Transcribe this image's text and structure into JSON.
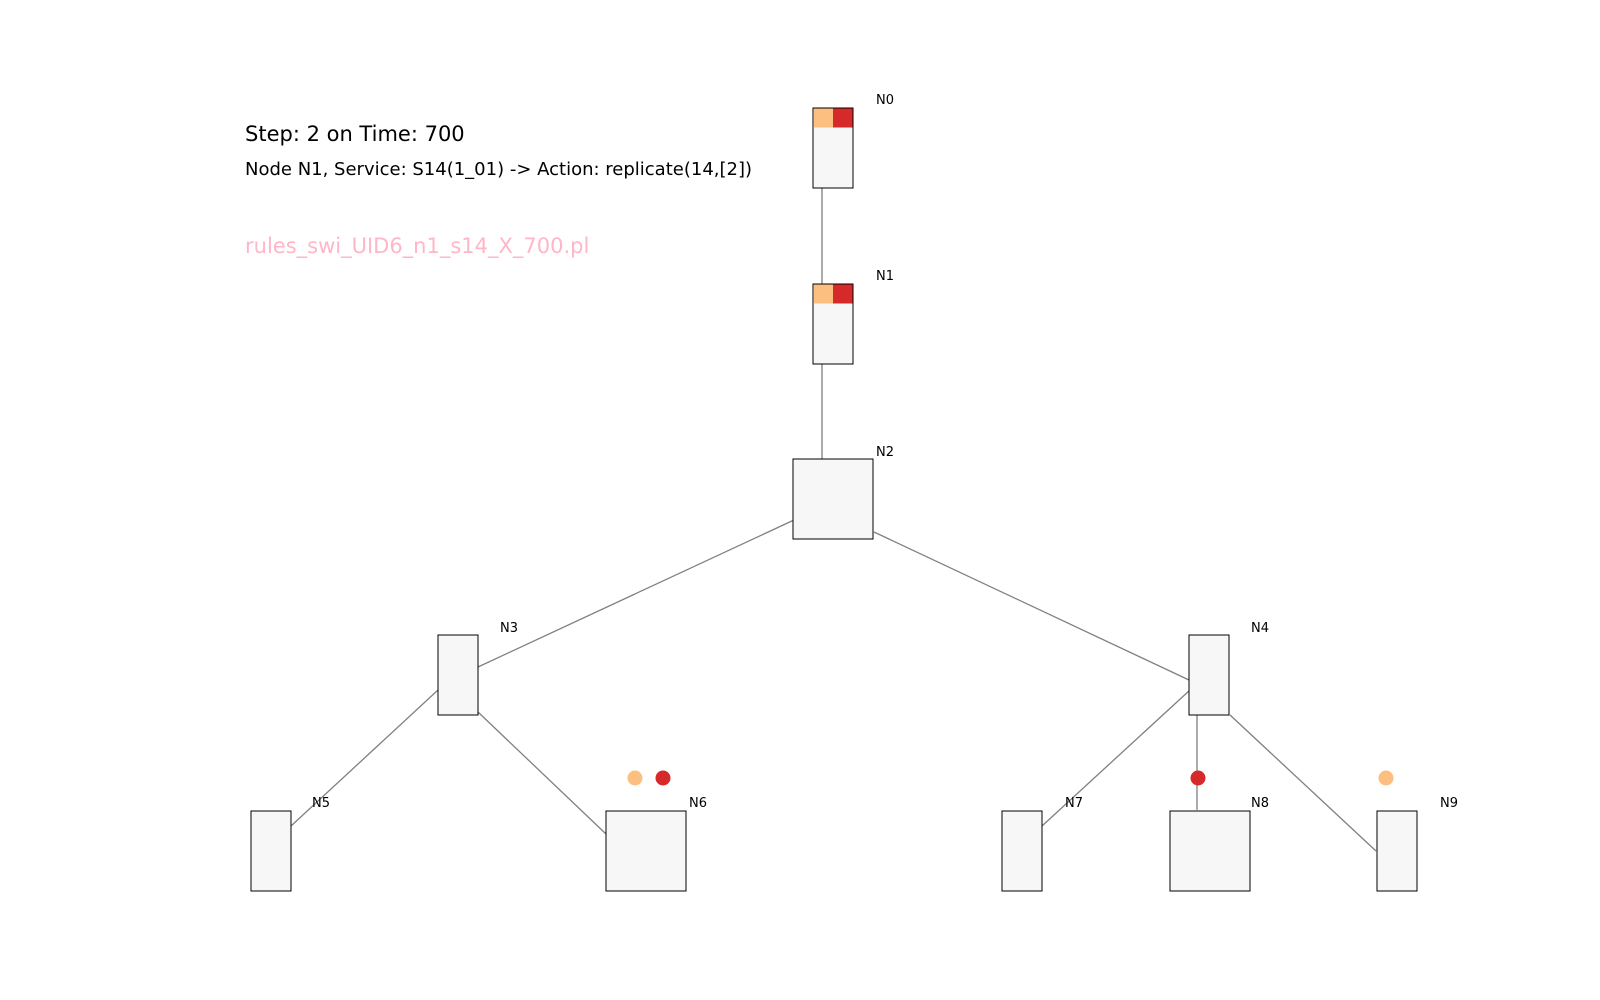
{
  "header": {
    "step_line": "Step: 2 on Time: 700",
    "action_line": "Node N1, Service: S14(1_01) -> Action: replicate(14,[2])",
    "rules_file": "rules_swi_UID6_n1_s14_X_700.pl"
  },
  "colors": {
    "service_orange": "#fdbf7f",
    "service_red": "#d62a2a",
    "rules_file_text": "#ffb6c8",
    "edge": "#808080",
    "node_fill": "#f7f7f7"
  },
  "nodes": [
    {
      "id": "N0",
      "label": "N0",
      "services": [
        "orange",
        "red"
      ],
      "pending": []
    },
    {
      "id": "N1",
      "label": "N1",
      "services": [
        "orange",
        "red"
      ],
      "pending": []
    },
    {
      "id": "N2",
      "label": "N2",
      "services": [],
      "pending": []
    },
    {
      "id": "N3",
      "label": "N3",
      "services": [],
      "pending": []
    },
    {
      "id": "N4",
      "label": "N4",
      "services": [],
      "pending": []
    },
    {
      "id": "N5",
      "label": "N5",
      "services": [],
      "pending": []
    },
    {
      "id": "N6",
      "label": "N6",
      "services": [],
      "pending": [
        "orange",
        "red"
      ]
    },
    {
      "id": "N7",
      "label": "N7",
      "services": [],
      "pending": []
    },
    {
      "id": "N8",
      "label": "N8",
      "services": [],
      "pending": [
        "red"
      ]
    },
    {
      "id": "N9",
      "label": "N9",
      "services": [],
      "pending": [
        "orange"
      ]
    }
  ],
  "edges": [
    [
      "N0",
      "N1"
    ],
    [
      "N1",
      "N2"
    ],
    [
      "N2",
      "N3"
    ],
    [
      "N2",
      "N4"
    ],
    [
      "N3",
      "N5"
    ],
    [
      "N3",
      "N6"
    ],
    [
      "N4",
      "N7"
    ],
    [
      "N4",
      "N8"
    ],
    [
      "N4",
      "N9"
    ]
  ]
}
